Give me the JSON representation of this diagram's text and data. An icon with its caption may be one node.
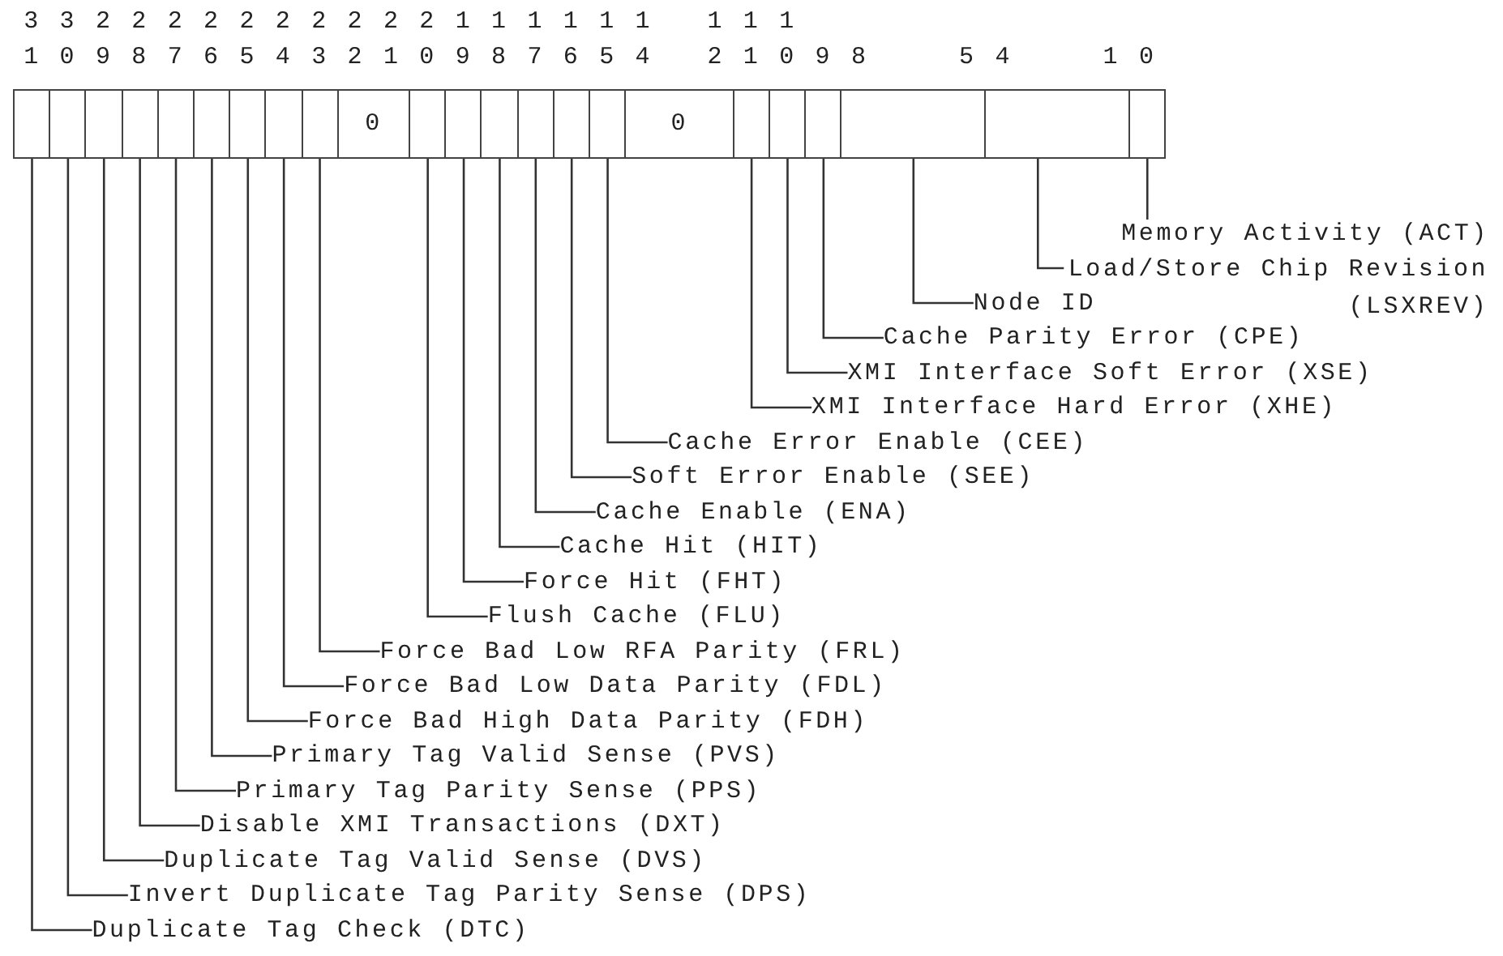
{
  "diagram": {
    "nodes": [
      {
        "text": [],
        "shape": "box"
      },
      {
        "text": [],
        "shape": "box"
      },
      {
        "text": [],
        "shape": "box"
      },
      {
        "text": [],
        "shape": "box"
      },
      {
        "text": [],
        "shape": "box"
      },
      {
        "text": [],
        "shape": "box"
      },
      {
        "text": [],
        "shape": "box"
      },
      {
        "text": [],
        "shape": "box"
      },
      {
        "text": [],
        "shape": "box"
      },
      {
        "text": [
          "0"
        ]
      },
      {
        "text": [],
        "shape": "box"
      },
      {
        "text": [],
        "shape": "box"
      },
      {
        "text": [],
        "shape": "box"
      },
      {
        "text": [],
        "shape": "box"
      },
      {
        "text": [],
        "shape": "box"
      },
      {
        "text": [],
        "shape": "box"
      },
      {
        "text": [
          "0"
        ]
      },
      {
        "text": [],
        "shape": "box"
      },
      {
        "text": [],
        "shape": "box"
      },
      {
        "text": [],
        "shape": "box"
      },
      {
        "text": [],
        "shape": "box"
      },
      {
        "text": [],
        "shape": "box"
      },
      {
        "text": [],
        "shape": "box"
      },
      {
        "text": [
          "Memory Activity (ACT)"
        ]
      },
      {
        "text": [
          "Load/Store Chip Revision (LSXREV)"
        ]
      },
      {
        "text": [
          "Node ID"
        ]
      },
      {
        "text": [
          "Cache Parity Error (CPE)"
        ]
      },
      {
        "text": [
          "XMI Interface Soft Error (XSE)"
        ]
      },
      {
        "text": [
          "XMI Interface Hard Error (XHE)"
        ]
      },
      {
        "text": [
          "Cache Error Enable (CEE)"
        ]
      },
      {
        "text": [
          "Soft Error Enable (SEE)"
        ]
      },
      {
        "text": [
          "Cache Enable (ENA)"
        ]
      },
      {
        "text": [
          "Cache Hit (HIT)"
        ]
      },
      {
        "text": [
          "Force Hit (FHT)"
        ]
      },
      {
        "text": [
          "Flush Cache (FLU)"
        ]
      },
      {
        "text": [
          "Force Bad Low RFA Parity (FRL)"
        ]
      },
      {
        "text": [
          "Force Bad Low Data Parity (FDL)"
        ]
      },
      {
        "text": [
          "Force Bad High Data Parity (FDH)"
        ]
      },
      {
        "text": [
          "Primary Tag Valid Sense (PVS)"
        ]
      },
      {
        "text": [
          "Primary Tag Parity Sense (PPS)"
        ]
      },
      {
        "text": [
          "Disable XMI Transactions (DXT)"
        ]
      },
      {
        "text": [
          "Duplicate Tag Valid Sense (DVS)"
        ]
      },
      {
        "text": [
          "Invert Duplicate Tag Parity Sense (DPS)"
        ]
      },
      {
        "text": [
          "Duplicate Tag Check (DTC)"
        ]
      }
    ],
    "edges": [
      {
        "from": 23,
        "to": 22,
        "arrow": "none"
      },
      {
        "from": 24,
        "to": 21,
        "arrow": "none"
      },
      {
        "from": 25,
        "to": 20,
        "arrow": "none"
      },
      {
        "from": 26,
        "to": 19,
        "arrow": "none"
      },
      {
        "from": 27,
        "to": 18,
        "arrow": "none"
      },
      {
        "from": 28,
        "to": 17,
        "arrow": "none"
      },
      {
        "from": 29,
        "to": 15,
        "arrow": "none"
      },
      {
        "from": 30,
        "to": 14,
        "arrow": "none"
      },
      {
        "from": 31,
        "to": 13,
        "arrow": "none"
      },
      {
        "from": 32,
        "to": 12,
        "arrow": "none"
      },
      {
        "from": 33,
        "to": 11,
        "arrow": "none"
      },
      {
        "from": 34,
        "to": 10,
        "arrow": "none"
      },
      {
        "from": 35,
        "to": 8,
        "arrow": "none"
      },
      {
        "from": 36,
        "to": 7,
        "arrow": "none"
      },
      {
        "from": 37,
        "to": 6,
        "arrow": "none"
      },
      {
        "from": 38,
        "to": 5,
        "arrow": "none"
      },
      {
        "from": 39,
        "to": 4,
        "arrow": "none"
      },
      {
        "from": 40,
        "to": 3,
        "arrow": "none"
      },
      {
        "from": 41,
        "to": 2,
        "arrow": "none"
      },
      {
        "from": 42,
        "to": 1,
        "arrow": "none"
      },
      {
        "from": 43,
        "to": 0,
        "arrow": "none"
      }
    ],
    "labels": [
      "31",
      "30",
      "29",
      "28",
      "27",
      "26",
      "25",
      "24",
      "23",
      "22",
      "21",
      "20",
      "19",
      "18",
      "17",
      "16",
      "15",
      "14",
      "12",
      "11",
      "10",
      "9",
      "8",
      "5",
      "4",
      "1",
      "0"
    ]
  }
}
